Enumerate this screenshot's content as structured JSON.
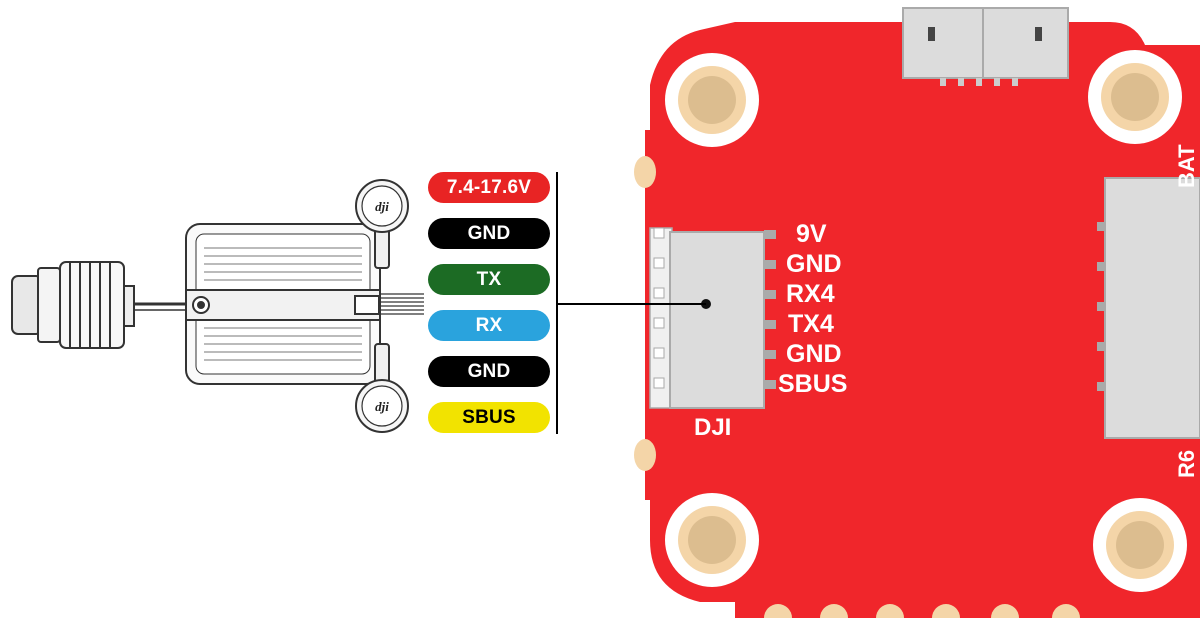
{
  "vtx_wires": [
    {
      "label": "7.4-17.6V",
      "color": "#e82424",
      "text_color": "#ffffff"
    },
    {
      "label": "GND",
      "color": "#000000",
      "text_color": "#ffffff"
    },
    {
      "label": "TX",
      "color": "#1c6b24",
      "text_color": "#ffffff"
    },
    {
      "label": "RX",
      "color": "#2aa3dd",
      "text_color": "#ffffff"
    },
    {
      "label": "GND",
      "color": "#000000",
      "text_color": "#ffffff"
    },
    {
      "label": "SBUS",
      "color": "#f2e300",
      "text_color": "#000000"
    }
  ],
  "fc_pins": [
    "9V",
    "GND",
    "RX4",
    "TX4",
    "GND",
    "SBUS"
  ],
  "connector_label": "DJI",
  "board_labels": {
    "top_right": "BAT",
    "bottom_right": "R6"
  },
  "antenna_logo": "dji",
  "colors": {
    "board": "#f0262b",
    "pad_ring": "#f4d5a8",
    "pad_center": "#dcbd8f",
    "connector": "#dcdcdc"
  }
}
